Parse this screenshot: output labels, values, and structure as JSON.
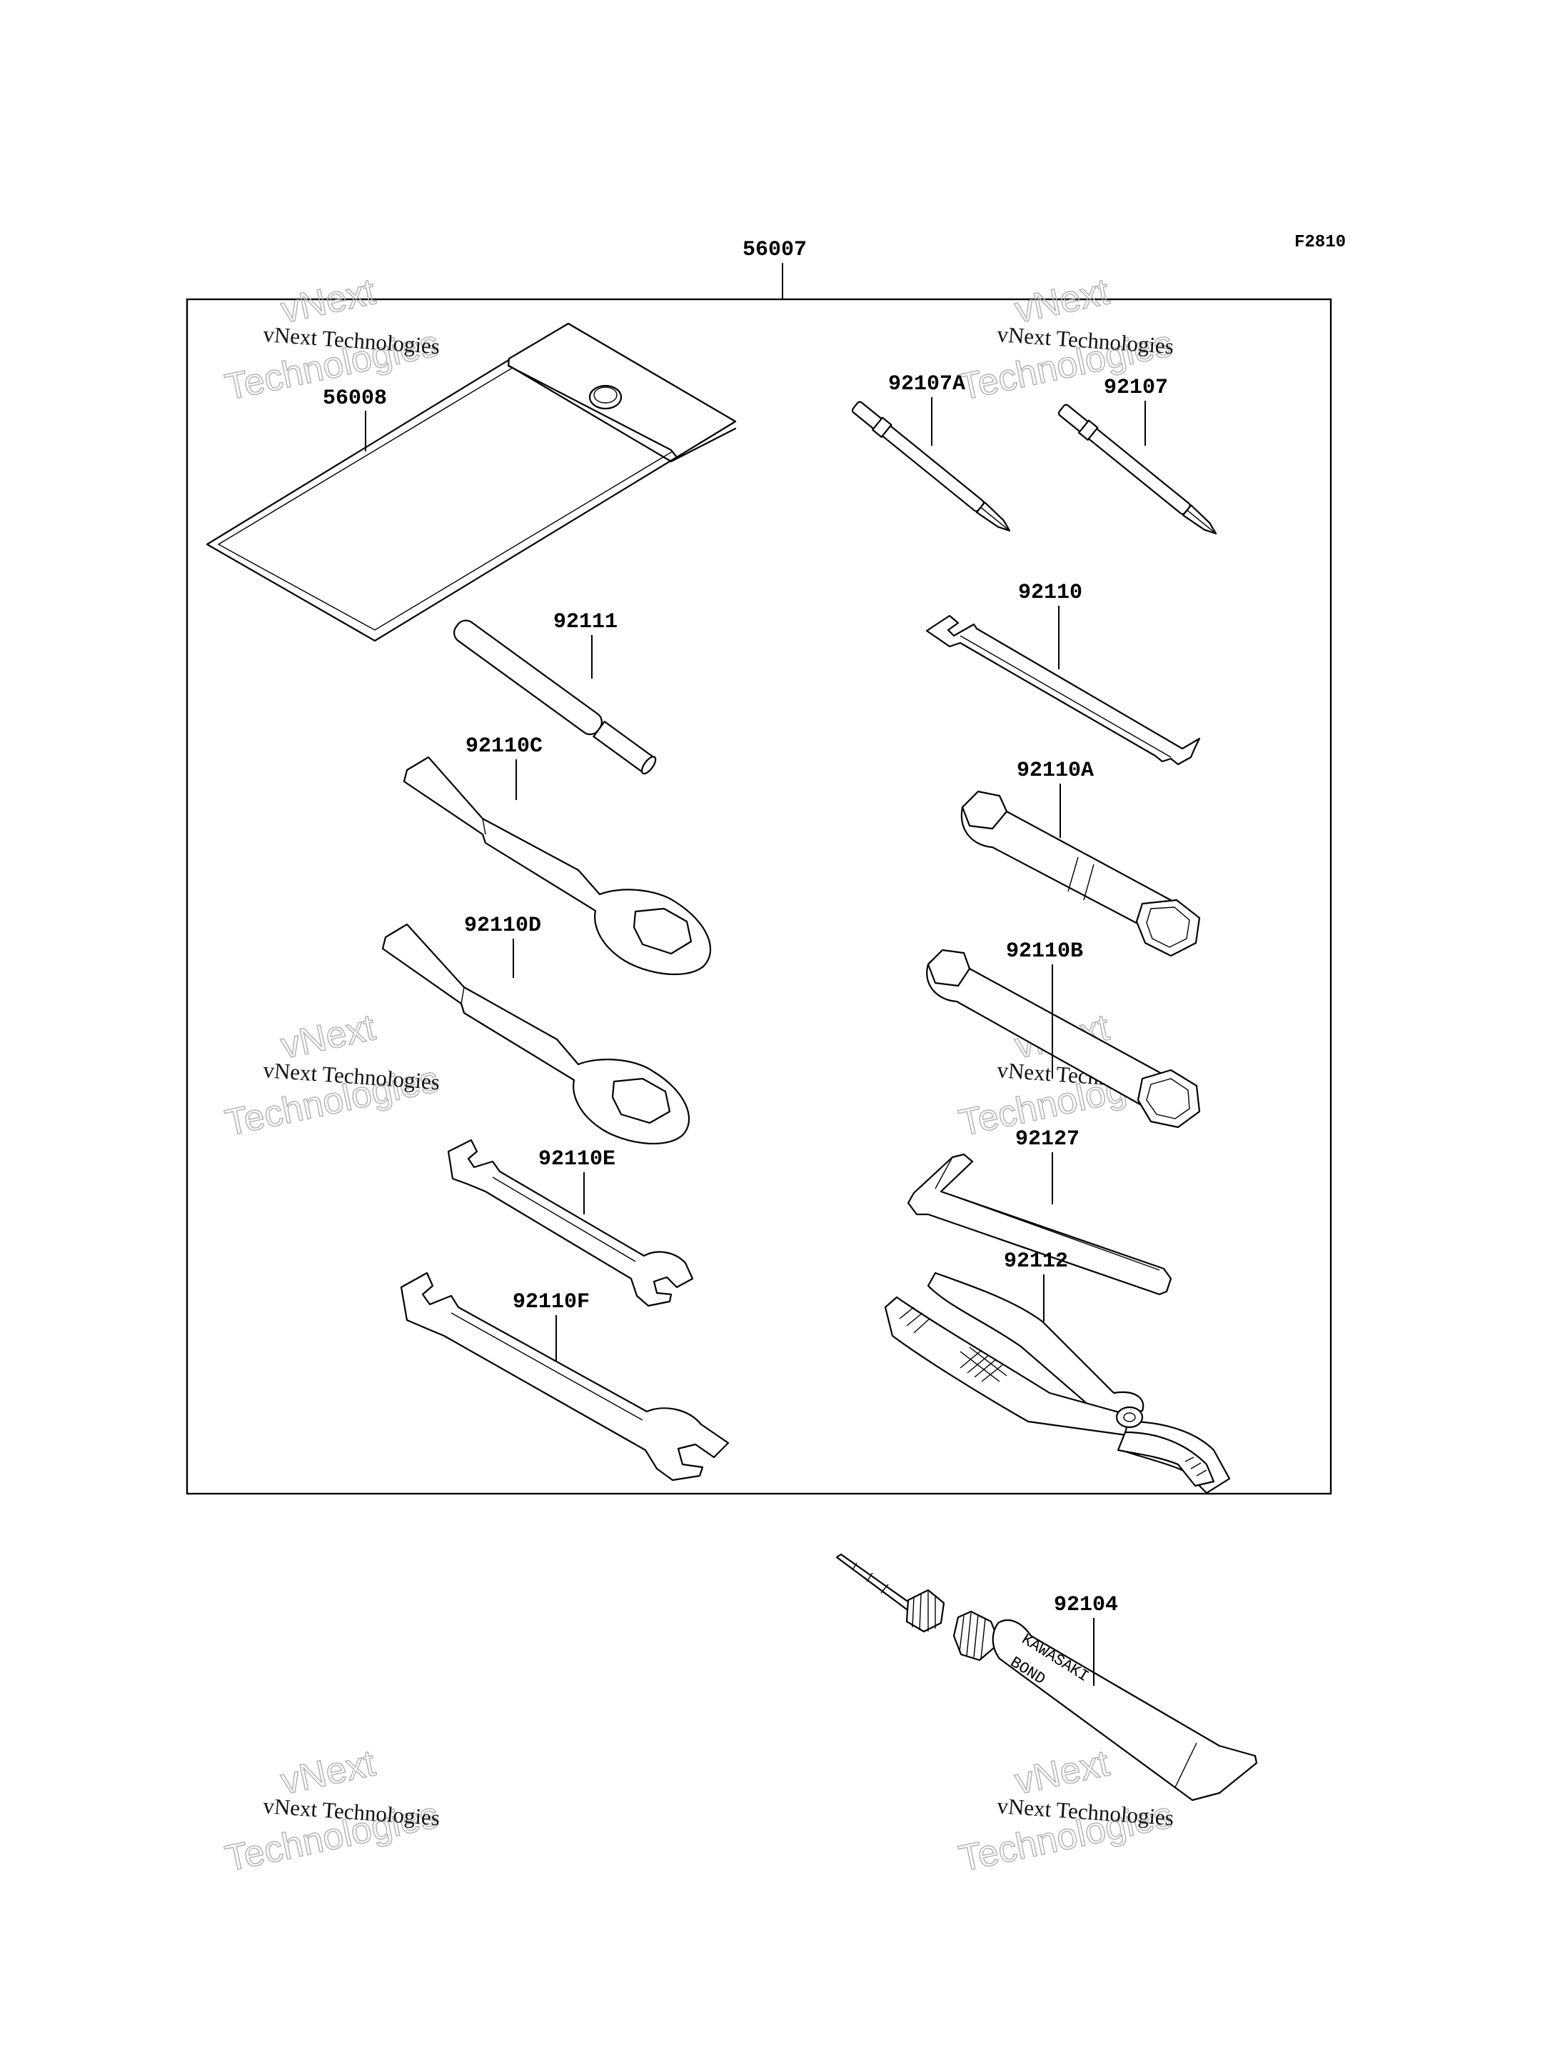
{
  "figure_code": "F2810",
  "kit_part_number": "56007",
  "parts": [
    {
      "id": "56008"
    },
    {
      "id": "92107A"
    },
    {
      "id": "92107"
    },
    {
      "id": "92111"
    },
    {
      "id": "92110"
    },
    {
      "id": "92110C"
    },
    {
      "id": "92110A"
    },
    {
      "id": "92110D"
    },
    {
      "id": "92110B"
    },
    {
      "id": "92127"
    },
    {
      "id": "92110E"
    },
    {
      "id": "92112"
    },
    {
      "id": "92110F"
    },
    {
      "id": "92104"
    }
  ],
  "tube_print": [
    "KAWASAKI",
    "BOND"
  ],
  "watermark": {
    "line1": "vNext Technologies",
    "line2": "vNext",
    "line3": "Technologies"
  }
}
